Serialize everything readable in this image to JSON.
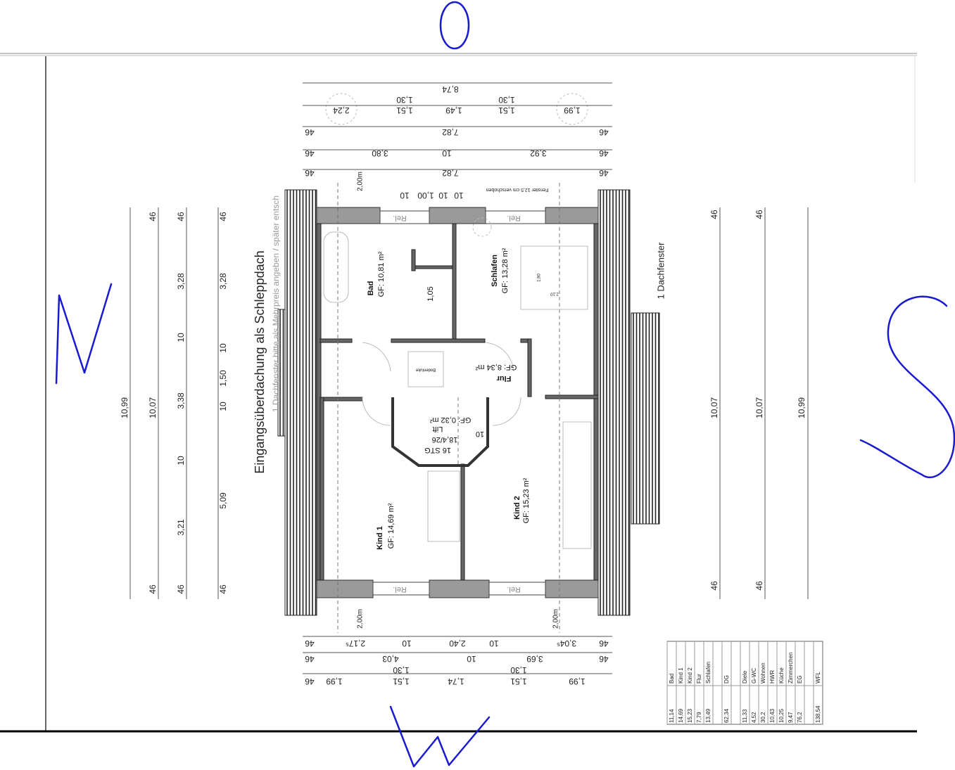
{
  "title": "Eingangsüberdachung als Schleppdach",
  "note_top": "1 Dachfenster bitte als Mehrpreis angeben / später entsch",
  "note_right": "1 Dachfenster",
  "window_shift": "Fenster 12,5 cm verschoben",
  "window_label": "Rel.",
  "bodenluke": "Bodenluke",
  "height_mark": "2,00m",
  "rooms": {
    "bad": {
      "name": "Bad",
      "area": "GF: 10,81 m²",
      "dim": "1,05"
    },
    "schlafen": {
      "name": "Schlafen",
      "area": "GF: 13,28 m²",
      "bed_w": "1,90",
      "bed_l": "2,10"
    },
    "flur": {
      "name": "Flur",
      "area": "GF: 8,34 m²"
    },
    "kind1": {
      "name": "Kind 1",
      "area": "GF: 14,69 m²"
    },
    "kind2": {
      "name": "Kind 2",
      "area": "GF: 15,23 m²"
    }
  },
  "stairs": {
    "steps": "16 STG",
    "ratio": "18,4/26",
    "lift": "Lift",
    "lift_area": "GF: 0,32 m²",
    "offset": "10"
  },
  "dims": {
    "top": {
      "r1": [
        "8,74"
      ],
      "r2": [
        "2,24",
        "1,51",
        "1,49",
        "1,51",
        "1,99"
      ],
      "r2_upper": [
        "1,30",
        "1,30"
      ],
      "r3": [
        "46",
        "7,82",
        "46"
      ],
      "r4": [
        "46",
        "3,80",
        "10",
        "3,92",
        "46"
      ],
      "r5": [
        "46",
        "7,82",
        "46"
      ],
      "window": [
        "10",
        "1,00",
        "10",
        "10"
      ]
    },
    "bottom": {
      "r1": [
        "46",
        "2,17⁵",
        "10",
        "2,40",
        "10",
        "3,04⁵",
        "46"
      ],
      "r2": [
        "46",
        "4,03",
        "10",
        "3,69",
        "46"
      ],
      "r3": [
        "46",
        "1,99",
        "1,51",
        "1,74",
        "1,51",
        "1,99"
      ],
      "r3_upper": [
        "1,30",
        "1,30"
      ]
    },
    "left": {
      "l1": [
        "10,99"
      ],
      "l2": [
        "46",
        "10,07",
        "46"
      ],
      "l3": [
        "46",
        "3,28",
        "10",
        "3,38",
        "10",
        "3,21",
        "46"
      ],
      "l4": [
        "46",
        "3,28",
        "10",
        "1,50",
        "10",
        "5,09",
        "46"
      ]
    },
    "right": {
      "r1": [
        "46",
        "10,07",
        "46"
      ],
      "r2": [
        "46",
        "10,07",
        "46"
      ],
      "r3": [
        "10,99"
      ]
    }
  },
  "area_table": [
    {
      "value": "11,14",
      "label": "Bad"
    },
    {
      "value": "14,69",
      "label": "Kind 1"
    },
    {
      "value": "15,23",
      "label": "Kind 2"
    },
    {
      "value": "7,79",
      "label": "Flur"
    },
    {
      "value": "13,49",
      "label": "Schlafen"
    },
    {
      "value": "",
      "label": ""
    },
    {
      "value": "62,34",
      "label": "DG"
    },
    {
      "value": "",
      "label": ""
    },
    {
      "value": "11,33",
      "label": "Diele"
    },
    {
      "value": "4,52",
      "label": "G-WC"
    },
    {
      "value": "30,2",
      "label": "Wohnen"
    },
    {
      "value": "10,43",
      "label": "HWR"
    },
    {
      "value": "10,25",
      "label": "Küche"
    },
    {
      "value": "9,47",
      "label": "Zimmerchen"
    },
    {
      "value": "76,2",
      "label": "EG"
    },
    {
      "value": "",
      "label": ""
    },
    {
      "value": "138,54",
      "label": "WFL"
    }
  ],
  "compass": {
    "top": "O",
    "left": "N",
    "right": "S",
    "bottom": "W"
  },
  "colors": {
    "handwriting": "#1a1ad0",
    "wall": "#9a9a9a"
  }
}
